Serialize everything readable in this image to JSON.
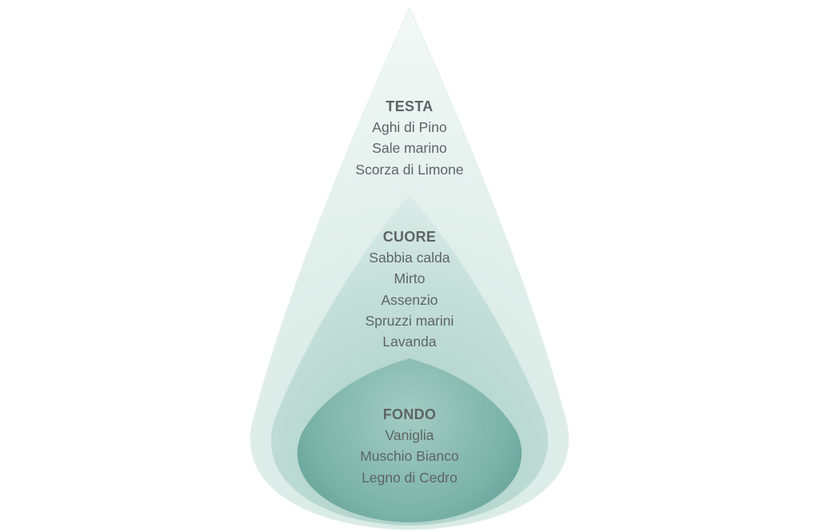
{
  "layers": [
    {
      "id": "testa",
      "title": "TESTA",
      "notes": [
        "Aghi di Pino",
        "Sale marino",
        "Scorza di Limone"
      ],
      "color": "#e6f1ee"
    },
    {
      "id": "cuore",
      "title": "CUORE",
      "notes": [
        "Sabbia calda",
        "Mirto",
        "Assenzio",
        "Spruzzi marini",
        "Lavanda"
      ],
      "color": "#c4dfd8"
    },
    {
      "id": "fondo",
      "title": "FONDO",
      "notes": [
        "Vaniglia",
        "Muschio Bianco",
        "Legno di Cedro"
      ],
      "color": "#6aa89d"
    }
  ],
  "colors": {
    "text": "#5e6466",
    "outer_light": "#f5faf8",
    "outer_mid": "#d9ebe6",
    "middle_light": "#e2efeb",
    "middle_mid": "#b4d4cc",
    "inner_light": "#a8cfc6",
    "inner_dark": "#4f9185"
  }
}
